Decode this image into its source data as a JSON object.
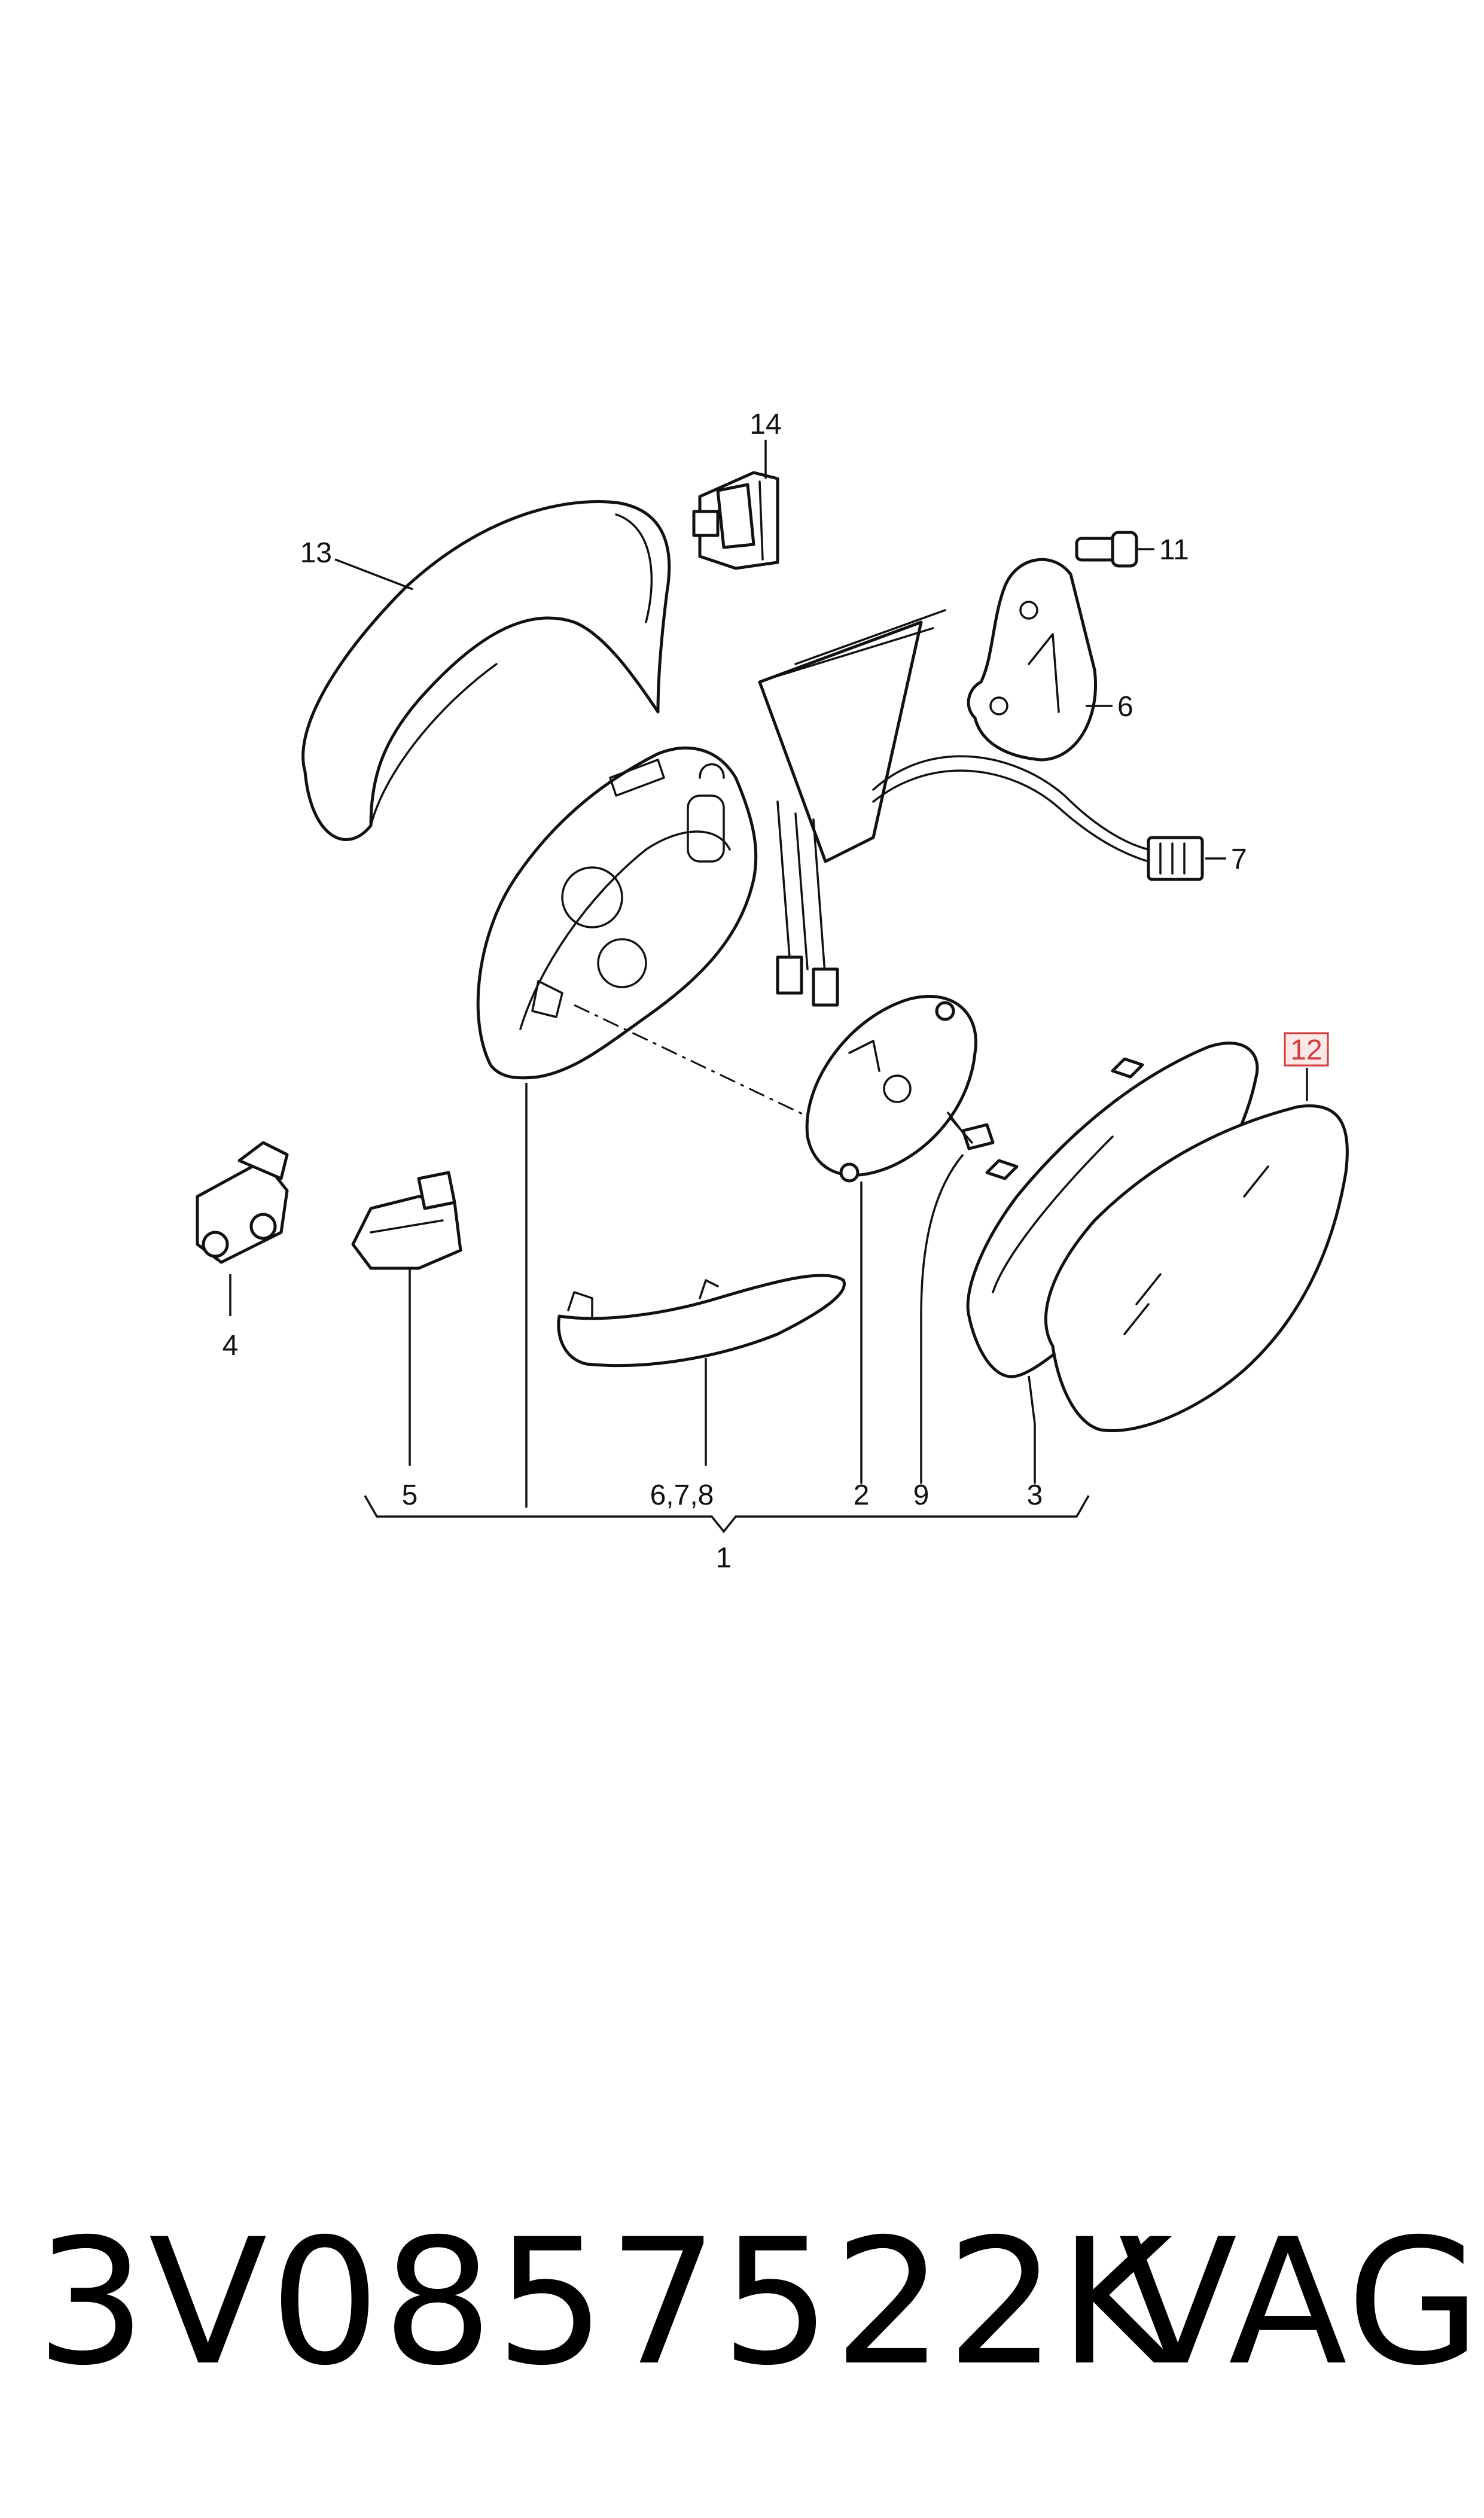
{
  "diagram": {
    "callouts": {
      "c1": "1",
      "c2": "2",
      "c3": "3",
      "c4": "4",
      "c5": "5",
      "c678": "6,7,8",
      "c6": "6",
      "c7": "7",
      "c9": "9",
      "c11": "11",
      "c12": "12",
      "c13": "13",
      "c14": "14"
    },
    "highlighted_callout": "12",
    "highlight_color": "#d23a3a"
  },
  "footer": {
    "part_number": "3V0857522K",
    "brand": "VAG"
  }
}
